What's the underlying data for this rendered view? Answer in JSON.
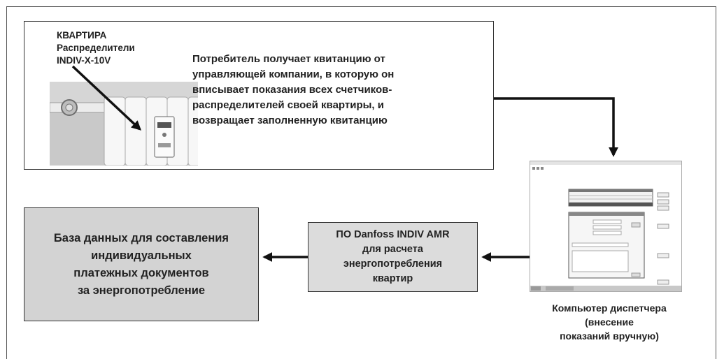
{
  "apartment": {
    "line1": "КВАРТИРА",
    "line2": "Распределители",
    "line3": "INDIV-X-10V"
  },
  "consumer_text": {
    "line1": "Потребитель получает квитанцию от",
    "line2": "управляющей компании, в которую он",
    "line3": "вписывает показания всех счетчиков-",
    "line4": "распределителей своей квартиры, и",
    "line5": "возвращает заполненную квитанцию"
  },
  "database": {
    "line1": "База данных для составления",
    "line2": "индивидуальных",
    "line3": "платежных документов",
    "line4": "за энергопотребление"
  },
  "software": {
    "line1": "ПО Danfoss INDIV AMR",
    "line2": "для расчета",
    "line3": "энергопотребления",
    "line4": "квартир"
  },
  "dispatcher": {
    "line1": "Компьютер диспетчера",
    "line2": "(внесение",
    "line3": "показаний вручную)"
  },
  "colors": {
    "database_fill": "#d3d3d3",
    "software_fill": "#dcdcdc",
    "arrow": "#111111"
  }
}
